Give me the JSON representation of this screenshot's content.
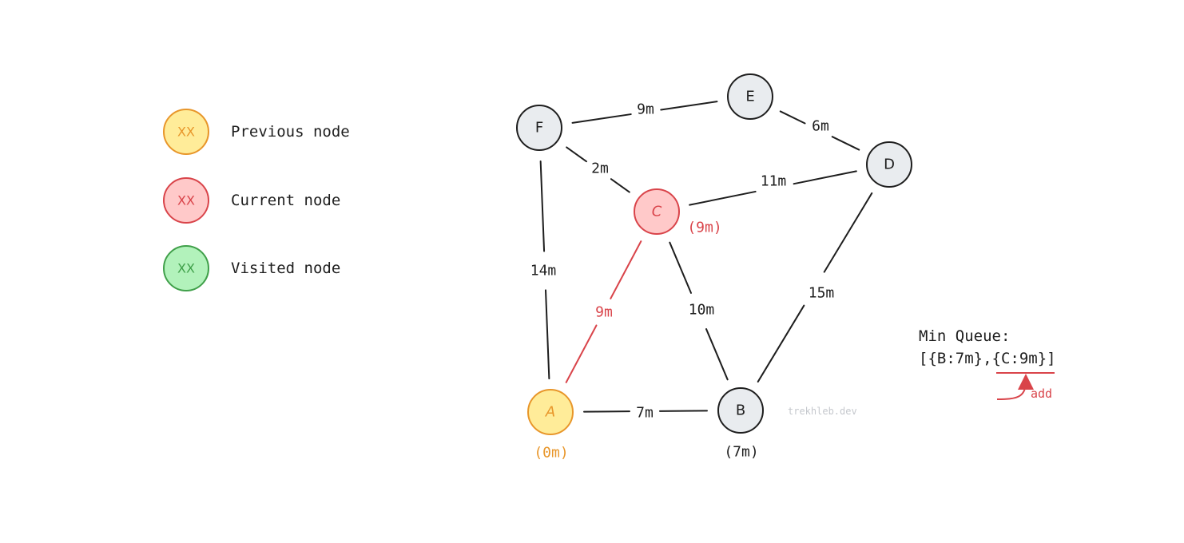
{
  "colors": {
    "default_fill": "#e9ecef",
    "default_stroke": "#1e1e1e",
    "previous_fill": "#ffec99",
    "previous_stroke": "#e8962a",
    "previous_text": "#e8962a",
    "current_fill": "#ffc9c9",
    "current_stroke": "#d9444a",
    "current_text": "#d9444a",
    "visited_fill": "#b2f2bb",
    "visited_stroke": "#40a04a",
    "visited_text": "#40a04a",
    "edge_default": "#1e1e1e",
    "edge_active": "#d9444a"
  },
  "legend": [
    {
      "id": "previous",
      "marker": "XX",
      "label": "Previous node"
    },
    {
      "id": "current",
      "marker": "XX",
      "label": "Current node"
    },
    {
      "id": "visited",
      "marker": "XX",
      "label": "Visited node"
    }
  ],
  "graph": {
    "nodes": [
      {
        "id": "A",
        "label": "A",
        "state": "previous",
        "distance": "(0m)"
      },
      {
        "id": "B",
        "label": "B",
        "state": "default",
        "distance": "(7m)"
      },
      {
        "id": "C",
        "label": "C",
        "state": "current",
        "distance": "(9m)"
      },
      {
        "id": "D",
        "label": "D",
        "state": "default",
        "distance": ""
      },
      {
        "id": "E",
        "label": "E",
        "state": "default",
        "distance": ""
      },
      {
        "id": "F",
        "label": "F",
        "state": "default",
        "distance": ""
      }
    ],
    "edges": [
      {
        "from": "F",
        "to": "E",
        "weight": "9m",
        "active": false
      },
      {
        "from": "E",
        "to": "D",
        "weight": "6m",
        "active": false
      },
      {
        "from": "F",
        "to": "C",
        "weight": "2m",
        "active": false
      },
      {
        "from": "C",
        "to": "D",
        "weight": "11m",
        "active": false
      },
      {
        "from": "F",
        "to": "A",
        "weight": "14m",
        "active": false
      },
      {
        "from": "A",
        "to": "C",
        "weight": "9m",
        "active": true
      },
      {
        "from": "C",
        "to": "B",
        "weight": "10m",
        "active": false
      },
      {
        "from": "D",
        "to": "B",
        "weight": "15m",
        "active": false
      },
      {
        "from": "A",
        "to": "B",
        "weight": "7m",
        "active": false
      }
    ]
  },
  "min_queue": {
    "title": "Min Queue:",
    "prefix": "[{B:7m},",
    "added": "{C:9m}",
    "suffix": "]",
    "annotation": "add"
  },
  "watermark": "trekhleb.dev"
}
